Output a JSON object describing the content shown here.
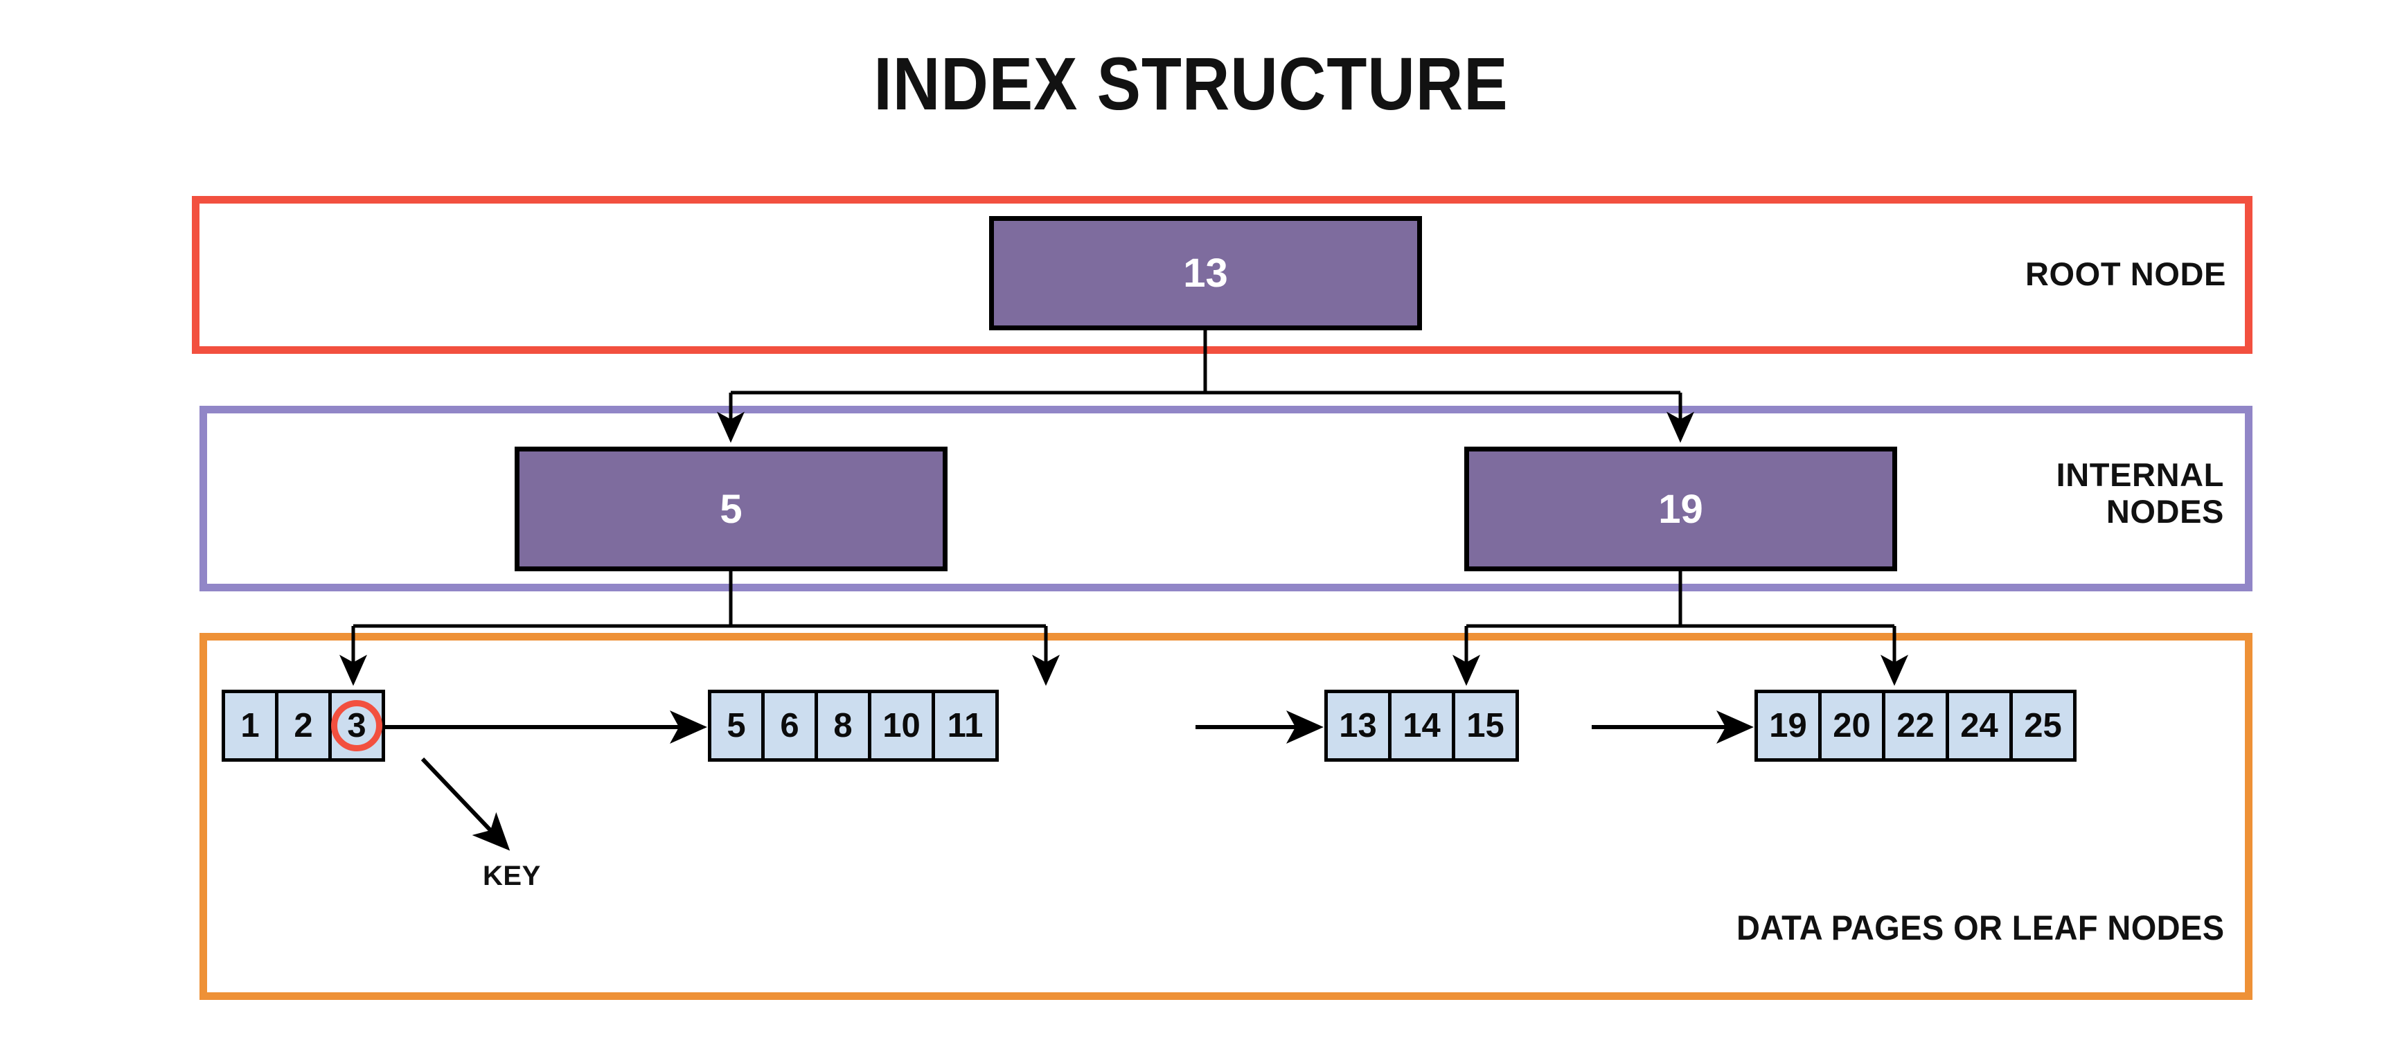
{
  "title": "INDEX STRUCTURE",
  "colors": {
    "root_frame_border": "#F2503F",
    "internal_frame_border": "#9186C7",
    "leaf_frame_border": "#EE9137",
    "node_fill": "#7E6C9E",
    "node_text": "#FFFFFF",
    "leaf_fill": "#CCDDEF",
    "leaf_text": "#0B0B0B",
    "key_marker": "#F2503F",
    "connector": "#000000",
    "background": "#FFFFFF"
  },
  "sections": {
    "root": {
      "caption": "ROOT NODE"
    },
    "internal": {
      "caption": "INTERNAL\nNODES"
    },
    "leaf": {
      "caption": "DATA PAGES OR LEAF NODES"
    }
  },
  "tree": {
    "root_node": {
      "value": "13"
    },
    "internal_nodes": [
      {
        "value": "5"
      },
      {
        "value": "19"
      }
    ],
    "leaf_groups": [
      {
        "cells": [
          {
            "value": "1",
            "is_key": false
          },
          {
            "value": "2",
            "is_key": false
          },
          {
            "value": "3",
            "is_key": true
          }
        ]
      },
      {
        "cells": [
          {
            "value": "5",
            "is_key": false
          },
          {
            "value": "6",
            "is_key": false
          },
          {
            "value": "8",
            "is_key": false
          },
          {
            "value": "10",
            "is_key": false
          },
          {
            "value": "11",
            "is_key": false
          }
        ]
      },
      {
        "cells": [
          {
            "value": "13",
            "is_key": false
          },
          {
            "value": "14",
            "is_key": false
          },
          {
            "value": "15",
            "is_key": false
          }
        ]
      },
      {
        "cells": [
          {
            "value": "19",
            "is_key": false
          },
          {
            "value": "20",
            "is_key": false
          },
          {
            "value": "22",
            "is_key": false
          },
          {
            "value": "24",
            "is_key": false
          },
          {
            "value": "25",
            "is_key": false
          }
        ]
      }
    ]
  },
  "annotations": {
    "key_label": "KEY"
  }
}
